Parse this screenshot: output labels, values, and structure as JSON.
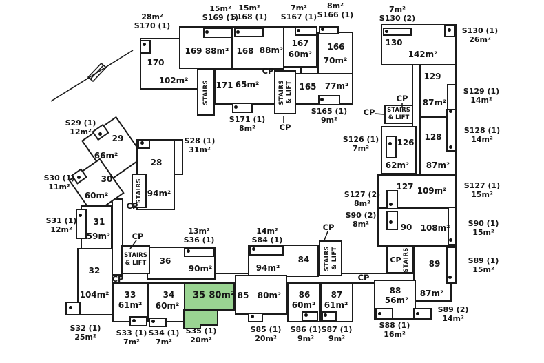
{
  "diagram_type": "building floor plan",
  "highlight": {
    "unit": "35",
    "storage": "S35 (1)",
    "color": "#9AD492"
  },
  "labels": {
    "cp": "CP",
    "stairs": "STAIRS",
    "lift": "& LIFT"
  },
  "icons": {
    "door_marker": "black-dot",
    "north_arrow": "diagonal-line-compass"
  },
  "rooms": {
    "170": {
      "num": "170",
      "area": "102m²"
    },
    "169": {
      "num": "169",
      "area": "88m²"
    },
    "168": {
      "num": "168",
      "area": "88m²"
    },
    "167": {
      "num": "167",
      "area": "60m²"
    },
    "166": {
      "num": "166",
      "area": "70m²"
    },
    "165": {
      "num": "165",
      "area": "77m²"
    },
    "171": {
      "num": "171",
      "area": "65m²"
    },
    "130": {
      "num": "130",
      "area": "142m²"
    },
    "129": {
      "num": "129",
      "area": "87m²"
    },
    "128": {
      "num": "128",
      "area": "87m²"
    },
    "127": {
      "num": "127",
      "area": "109m²"
    },
    "126": {
      "num": "126",
      "area": "62m²"
    },
    "90": {
      "num": "90",
      "area": "108m²"
    },
    "89": {
      "num": "89",
      "area": "87m²"
    },
    "88": {
      "num": "88",
      "area": "56m²"
    },
    "28": {
      "num": "28",
      "area": "94m²"
    },
    "29": {
      "num": "29",
      "area": "66m²"
    },
    "30": {
      "num": "30",
      "area": "60m²"
    },
    "31": {
      "num": "31",
      "area": "59m²"
    },
    "32": {
      "num": "32",
      "area": "104m²"
    },
    "33": {
      "num": "33",
      "area": "61m²"
    },
    "34": {
      "num": "34",
      "area": "60m²"
    },
    "35": {
      "num": "35",
      "area": "80m²"
    },
    "36": {
      "num": "36",
      "area": "90m²"
    },
    "84": {
      "num": "84",
      "area": "94m²"
    },
    "85": {
      "num": "85",
      "area": "80m²"
    },
    "86": {
      "num": "86",
      "area": "60m²"
    },
    "87": {
      "num": "87",
      "area": "61m²"
    }
  },
  "storages": {
    "s170_1": {
      "name": "S170 (1)",
      "area": "28m²"
    },
    "s169_1": {
      "name": "S169 (1)",
      "area": "15m²"
    },
    "s168_1": {
      "name": "S168 (1)",
      "area": "15m²"
    },
    "s167_1": {
      "name": "S167 (1)",
      "area": "7m²"
    },
    "s166_1": {
      "name": "S166 (1)",
      "area": "8m²"
    },
    "s165_1": {
      "name": "S165 (1)",
      "area": "9m²"
    },
    "s171_1": {
      "name": "S171 (1)",
      "area": "8m²"
    },
    "s130_2": {
      "name": "S130 (2)",
      "area": "7m²"
    },
    "s130_1": {
      "name": "S130 (1)",
      "area": "26m²"
    },
    "s129_1": {
      "name": "S129 (1)",
      "area": "14m²"
    },
    "s128_1": {
      "name": "S128 (1)",
      "area": "14m²"
    },
    "s127_1": {
      "name": "S127 (1)",
      "area": "15m²"
    },
    "s127_2": {
      "name": "S127 (2)",
      "area": "8m²"
    },
    "s126_1": {
      "name": "S126 (1)",
      "area": "7m²"
    },
    "s90_1": {
      "name": "S90 (1)",
      "area": "15m²"
    },
    "s90_2": {
      "name": "S90 (2)",
      "area": "8m²"
    },
    "s89_1": {
      "name": "S89 (1)",
      "area": "15m²"
    },
    "s89_2": {
      "name": "S89 (2)",
      "area": "14m²"
    },
    "s88_1": {
      "name": "S88 (1)",
      "area": "16m²"
    },
    "s28_1": {
      "name": "S28 (1)",
      "area": "31m²"
    },
    "s29_1": {
      "name": "S29 (1)",
      "area": "12m²"
    },
    "s30_1": {
      "name": "S30 (1)",
      "area": "11m²"
    },
    "s31_1": {
      "name": "S31 (1)",
      "area": "12m²"
    },
    "s32_1": {
      "name": "S32 (1)",
      "area": "25m²"
    },
    "s33_1": {
      "name": "S33 (1)",
      "area": "7m²"
    },
    "s34_1": {
      "name": "S34 (1)",
      "area": "7m²"
    },
    "s35_1": {
      "name": "S35 (1)",
      "area": "20m²"
    },
    "s36_1": {
      "name": "S36 (1)",
      "area": "13m²"
    },
    "s84_1": {
      "name": "S84 (1)",
      "area": "14m²"
    },
    "s85_1": {
      "name": "S85 (1)",
      "area": "20m²"
    },
    "s86_1": {
      "name": "S86 (1)",
      "area": "9m²"
    },
    "s87_1": {
      "name": "S87 (1)",
      "area": "9m²"
    }
  }
}
